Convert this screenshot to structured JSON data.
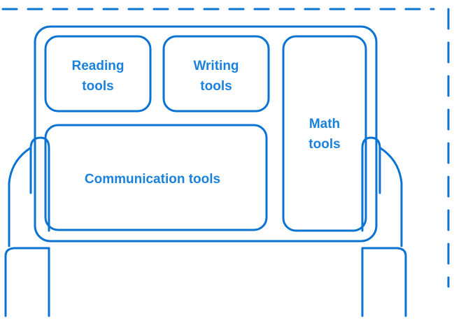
{
  "colors": {
    "stroke": "#0b74d2",
    "text": "#1a82dc",
    "background": "#ffffff"
  },
  "tiles": {
    "reading": {
      "line1": "Reading",
      "line2": "tools"
    },
    "writing": {
      "line1": "Writing",
      "line2": "tools"
    },
    "math": {
      "line1": "Math",
      "line2": "tools"
    },
    "communication": {
      "label": "Communication tools"
    }
  },
  "icons": {
    "left_hand": "left-hand-icon",
    "right_hand": "right-hand-icon",
    "tablet": "tablet-device-icon"
  }
}
